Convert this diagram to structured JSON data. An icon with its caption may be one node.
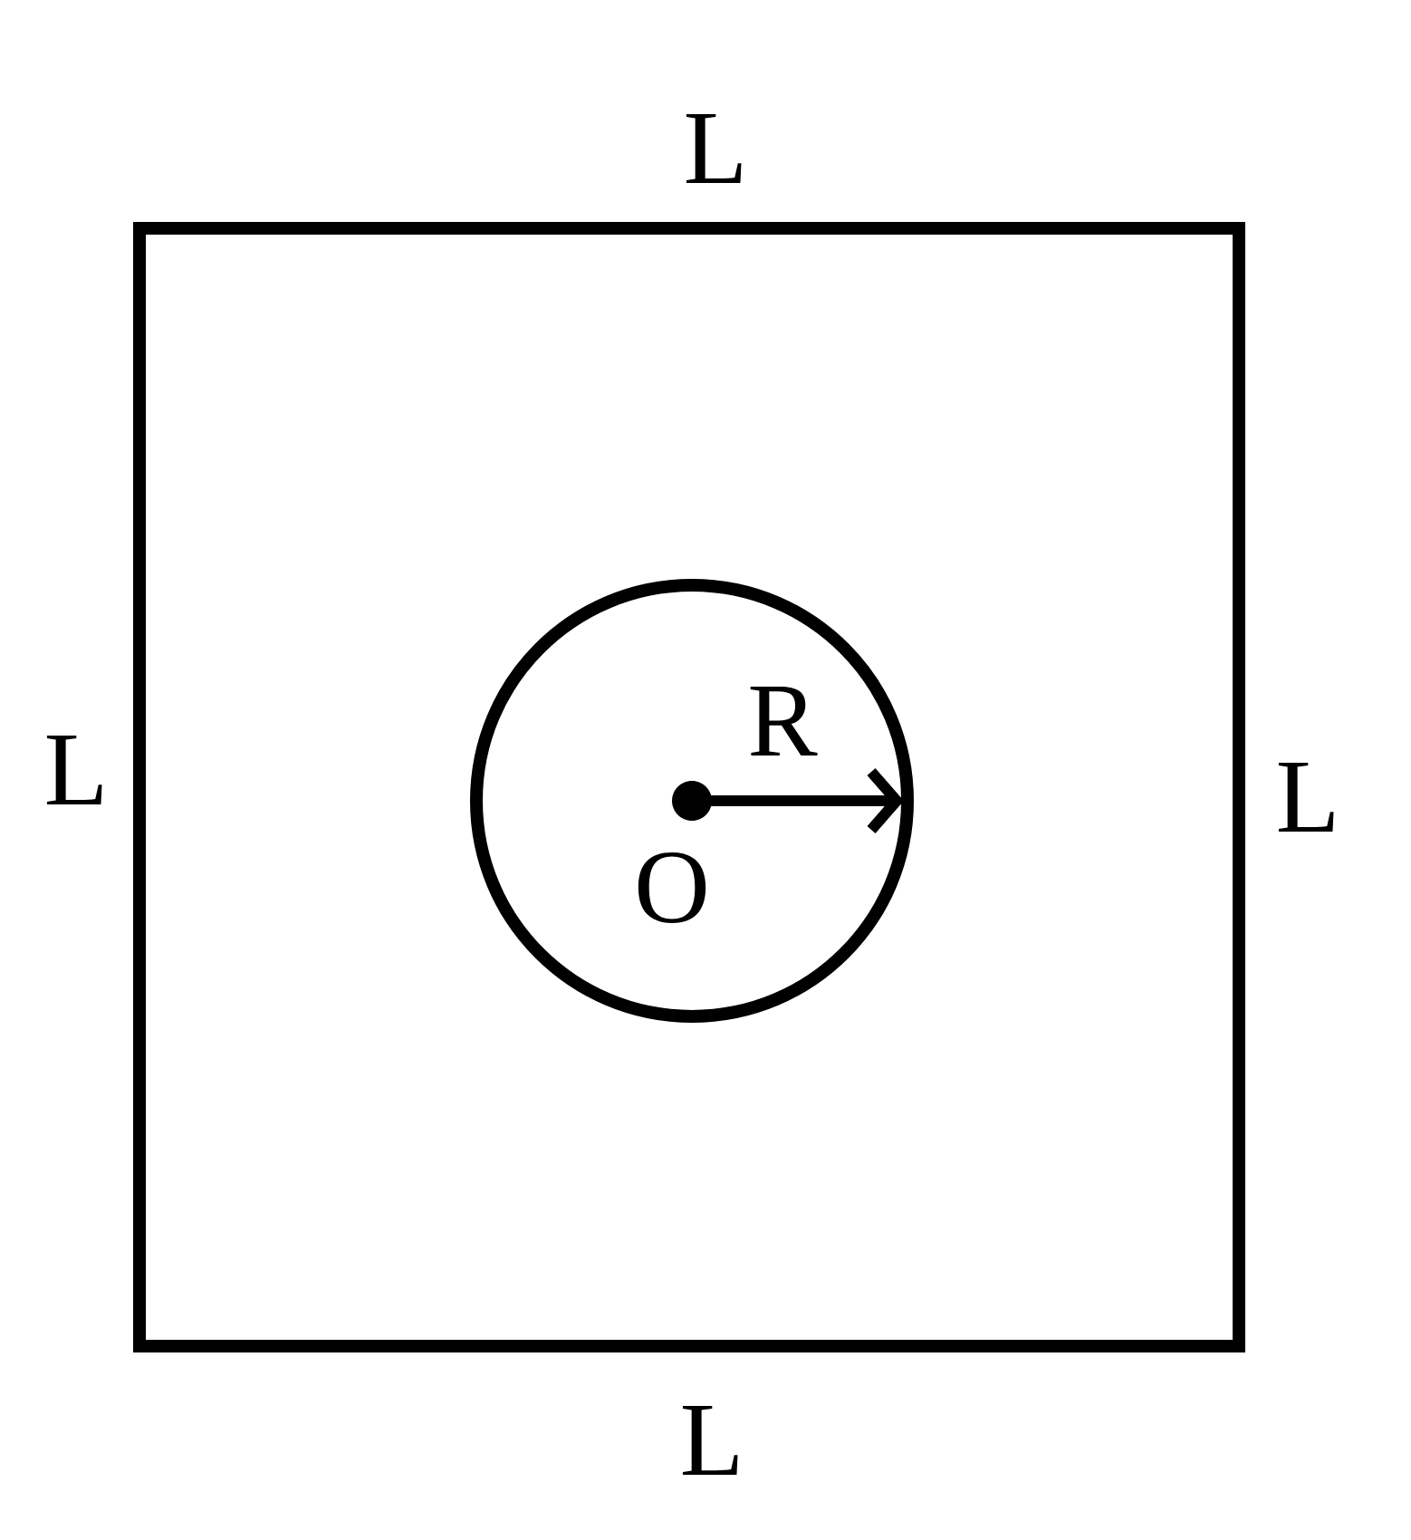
{
  "diagram": {
    "labels": [
      "L",
      "L",
      "R",
      "L",
      "O",
      "L"
    ]
  }
}
